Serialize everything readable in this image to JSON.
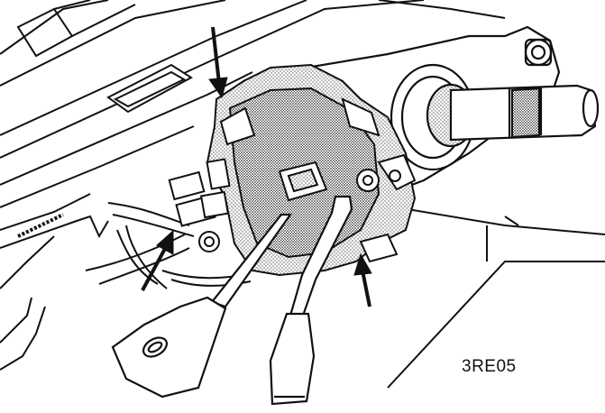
{
  "figure": {
    "code": "3RE05",
    "ink_color": "#111111",
    "paper_color": "#ffffff",
    "stipple_color": "#777777",
    "callouts": [
      {
        "name": "callout-arrow-top",
        "points_at": "switch-mounting-screw-top"
      },
      {
        "name": "callout-arrow-left",
        "points_at": "switch-mounting-screw-left"
      },
      {
        "name": "callout-arrow-right",
        "points_at": "switch-mounting-screw-right"
      }
    ]
  }
}
